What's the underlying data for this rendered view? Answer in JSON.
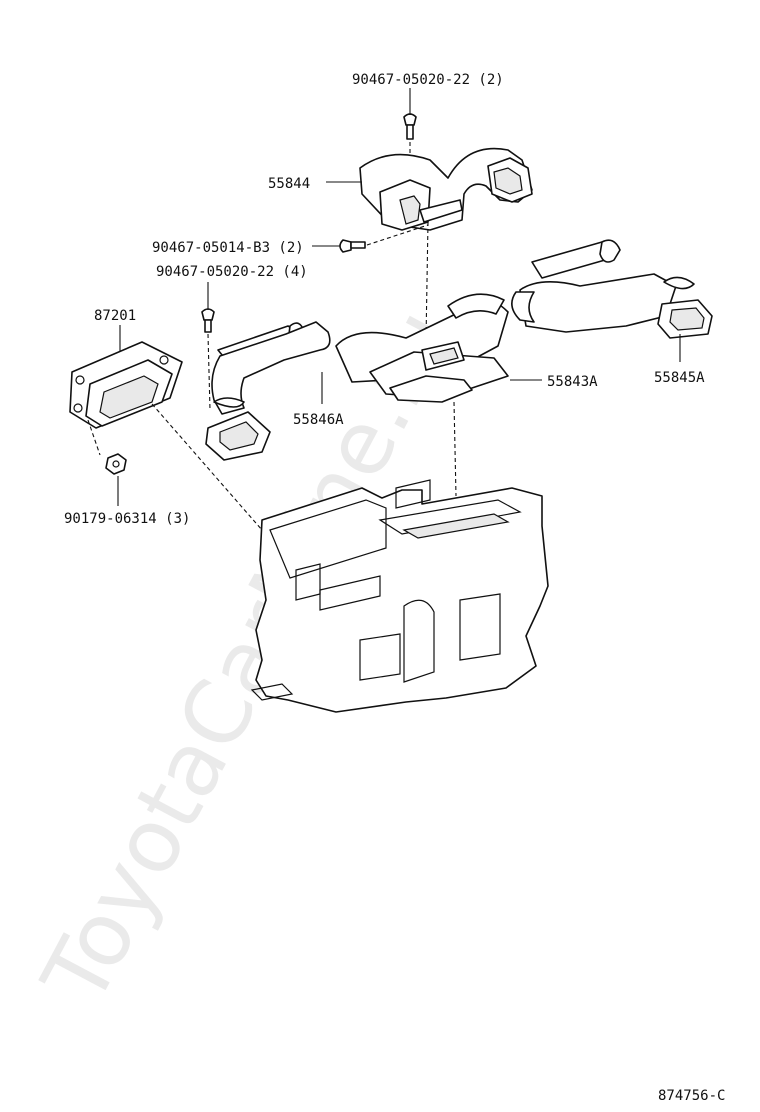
{
  "watermark": "ToyotaCarMine.ru",
  "labels": {
    "screw_top": "90467-05020-22 (2)",
    "duct_55844": "55844",
    "screw_b3": "90467-05014-B3 (2)",
    "screw_left": "90467-05020-22 (4)",
    "panel_87201": "87201",
    "duct_55846a": "55846A",
    "duct_55843a": "55843A",
    "duct_55845a": "55845A",
    "nut": "90179-06314 (3)",
    "figure_code": "874756-C"
  }
}
